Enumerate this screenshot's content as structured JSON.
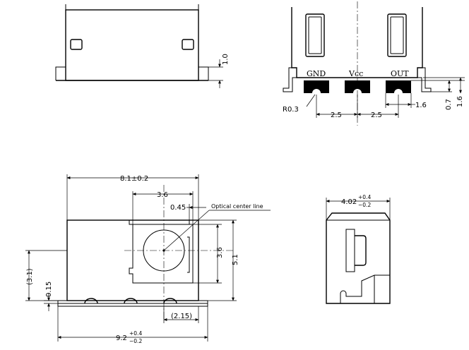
{
  "drawing": {
    "pins": {
      "gnd": "GND",
      "vcc": "Vcc",
      "out": "OUT"
    },
    "notes": {
      "optical_center": "Optical center line"
    },
    "dims": {
      "top_left_height": "1.0",
      "radius": "R0.3",
      "pitch_left": "2.5",
      "pitch_right": "2.5",
      "pad_width": "1.6",
      "pad_height": "0.7",
      "body_height_right": "1.6",
      "body_width": "8.1±0.2",
      "lens_width": "3.6",
      "lens_offset": "0.45",
      "lens_height": "3.6",
      "total_height": "5.1",
      "center_height": "(3.1)",
      "lead_thickness": "0.15",
      "pad_offset": "(2.15)",
      "total_width_base": "9.2",
      "total_width_plus": "+0.4",
      "total_width_minus": "−0.2",
      "side_width_base": "4.02",
      "side_width_plus": "+0.4",
      "side_width_minus": "−0.2"
    }
  }
}
